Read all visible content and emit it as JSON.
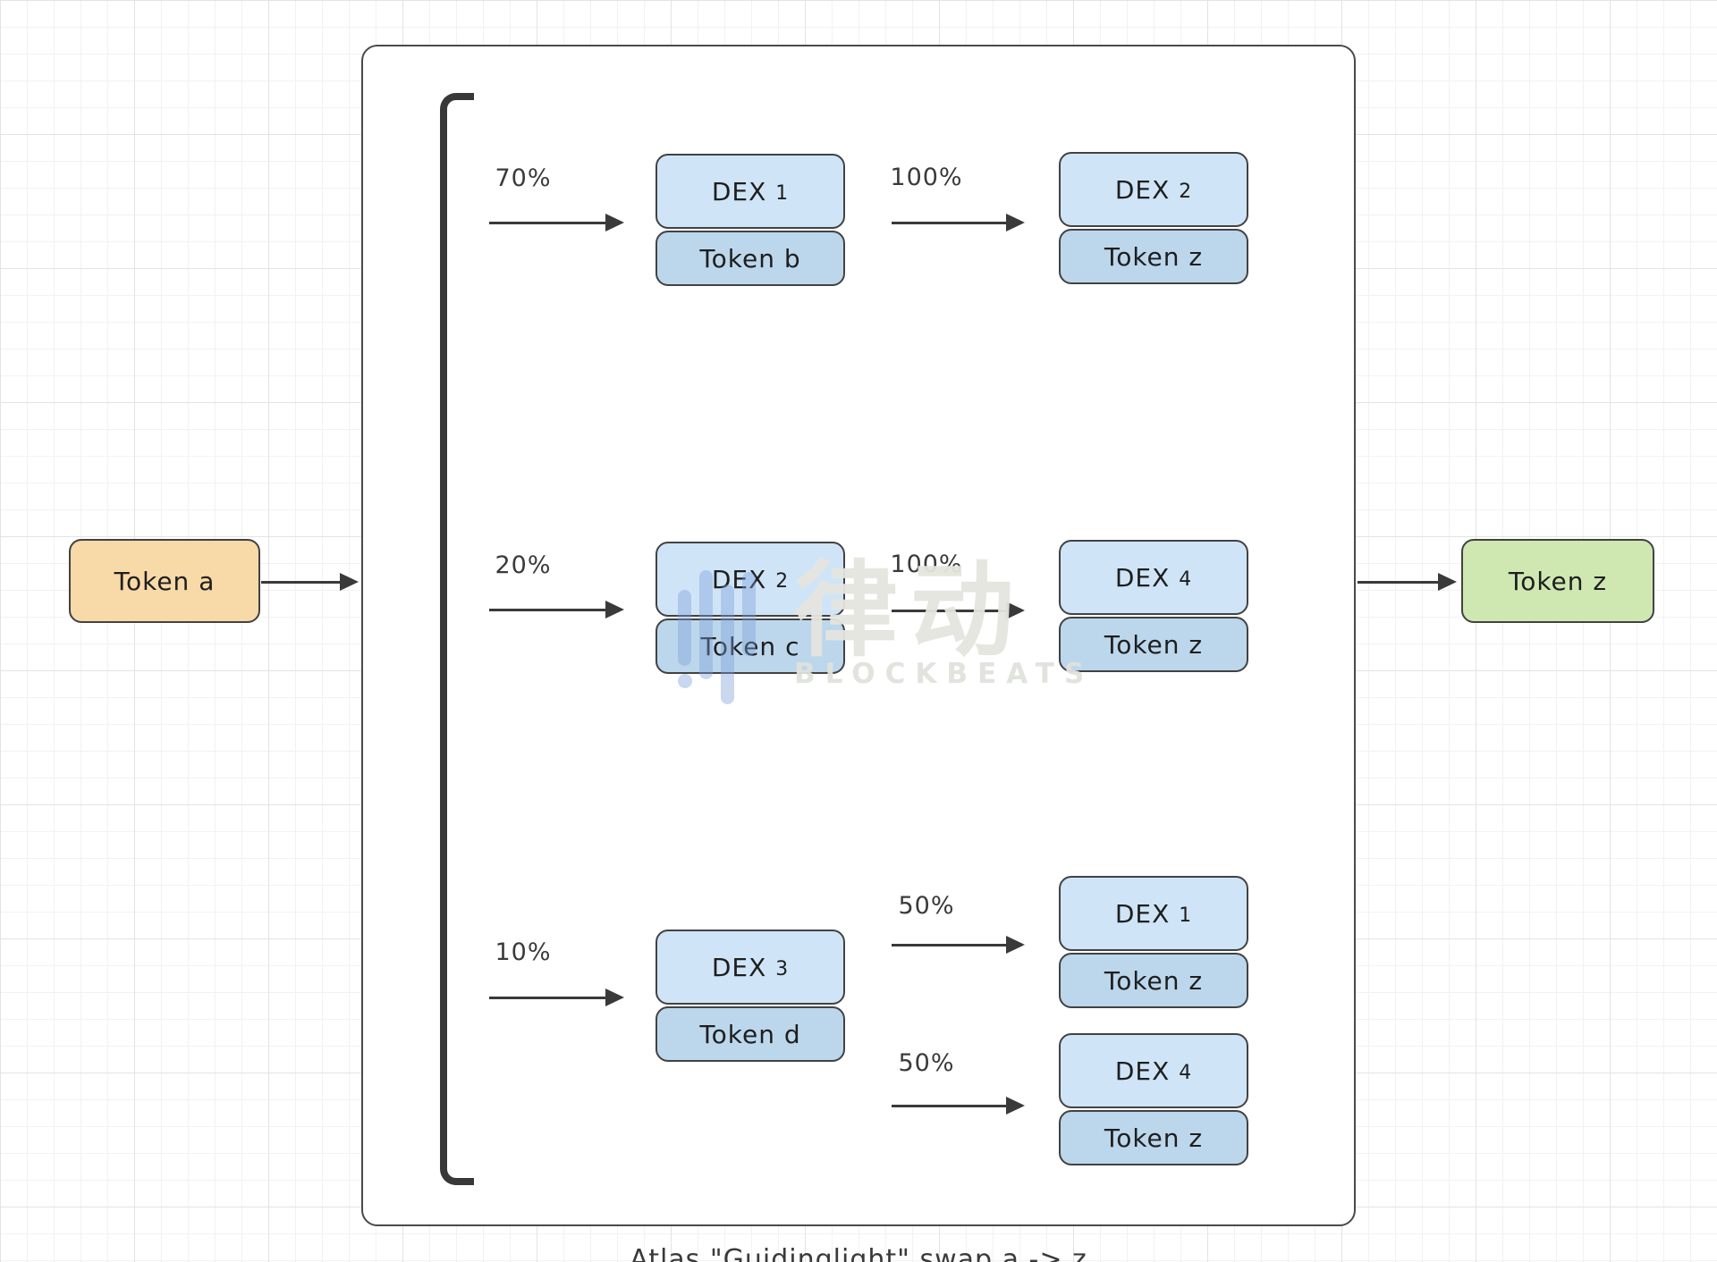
{
  "caption": "Atlas \"Guidinglight\" swap a -> z",
  "source": {
    "label": "Token a"
  },
  "destination": {
    "label": "Token z"
  },
  "routes": [
    {
      "split": "70%",
      "hop1": {
        "dex": "DEX",
        "dex_num": "1",
        "out_token": "Token b"
      },
      "branches": [
        {
          "split": "100%",
          "dex": "DEX",
          "dex_num": "2",
          "out_token": "Token z"
        }
      ]
    },
    {
      "split": "20%",
      "hop1": {
        "dex": "DEX",
        "dex_num": "2",
        "out_token": "Token c"
      },
      "branches": [
        {
          "split": "100%",
          "dex": "DEX",
          "dex_num": "4",
          "out_token": "Token z"
        }
      ]
    },
    {
      "split": "10%",
      "hop1": {
        "dex": "DEX",
        "dex_num": "3",
        "out_token": "Token d"
      },
      "branches": [
        {
          "split": "50%",
          "dex": "DEX",
          "dex_num": "1",
          "out_token": "Token z"
        },
        {
          "split": "50%",
          "dex": "DEX",
          "dex_num": "4",
          "out_token": "Token z"
        }
      ]
    }
  ],
  "watermark": {
    "cn": "律动",
    "en": "BLOCKBEATS"
  },
  "colors": {
    "source_fill": "#f8d9a8",
    "dex_fill": "#cfe5f7",
    "token_fill": "#bcd7ec",
    "destination_fill": "#cfe8b2",
    "stroke": "#3a3a3a",
    "watermark_blue": "#7a9ed8"
  }
}
